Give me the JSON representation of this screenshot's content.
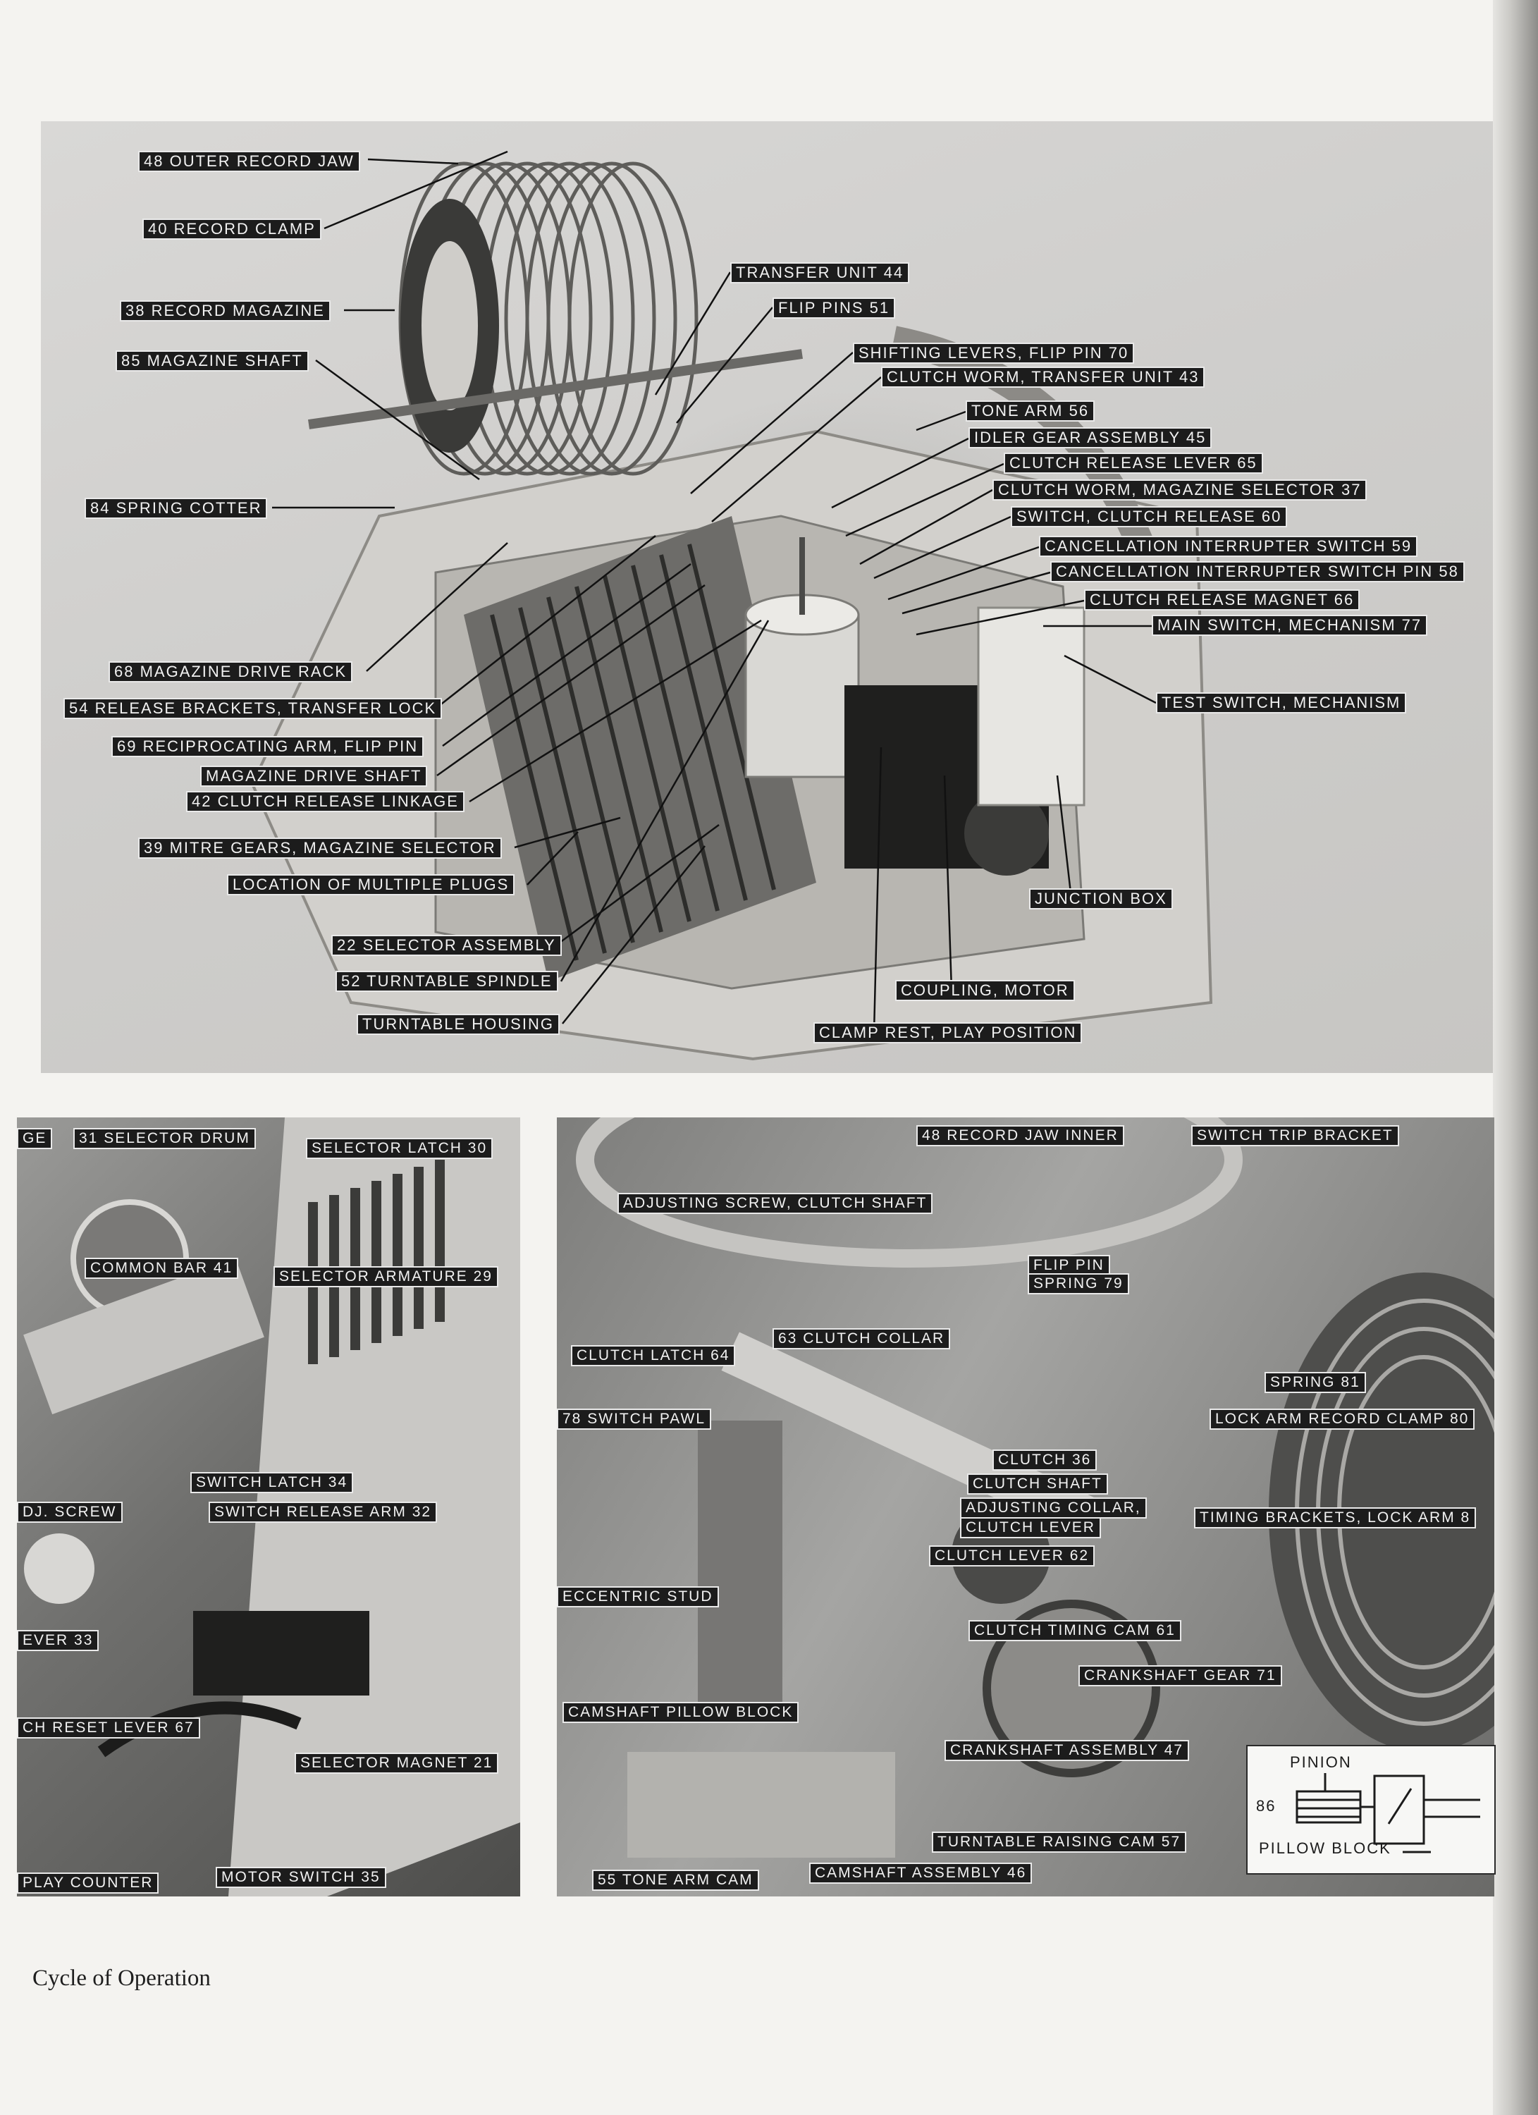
{
  "caption": "Cycle of Operation",
  "top_photo": {
    "labels": [
      "48 OUTER RECORD JAW",
      "40 RECORD CLAMP",
      "38 RECORD MAGAZINE",
      "85 MAGAZINE SHAFT",
      "84 SPRING COTTER",
      "68 MAGAZINE DRIVE RACK",
      "54 RELEASE BRACKETS, TRANSFER LOCK",
      "69 RECIPROCATING ARM, FLIP PIN",
      "MAGAZINE DRIVE SHAFT",
      "42 CLUTCH RELEASE LINKAGE",
      "39 MITRE GEARS, MAGAZINE SELECTOR",
      "LOCATION OF MULTIPLE PLUGS",
      "22 SELECTOR ASSEMBLY",
      "52 TURNTABLE SPINDLE",
      "TURNTABLE HOUSING",
      "TRANSFER UNIT 44",
      "FLIP PINS 51",
      "SHIFTING LEVERS, FLIP PIN 70",
      "CLUTCH WORM, TRANSFER UNIT 43",
      "TONE ARM 56",
      "IDLER GEAR ASSEMBLY 45",
      "CLUTCH RELEASE LEVER 65",
      "CLUTCH WORM, MAGAZINE SELECTOR 37",
      "SWITCH, CLUTCH RELEASE 60",
      "CANCELLATION INTERRUPTER SWITCH 59",
      "CANCELLATION INTERRUPTER SWITCH PIN 58",
      "CLUTCH RELEASE MAGNET 66",
      "MAIN SWITCH, MECHANISM 77",
      "TEST SWITCH, MECHANISM",
      "JUNCTION BOX",
      "COUPLING, MOTOR",
      "CLAMP REST, PLAY POSITION"
    ]
  },
  "left_photo": {
    "labels": [
      "GE",
      "31 SELECTOR DRUM",
      "SELECTOR LATCH 30",
      "COMMON BAR 41",
      "SELECTOR ARMATURE 29",
      "SWITCH LATCH 34",
      "DJ. SCREW",
      "SWITCH RELEASE ARM 32",
      "EVER 33",
      "CH RESET LEVER 67",
      "SELECTOR MAGNET 21",
      "PLAY COUNTER",
      "MOTOR SWITCH 35"
    ]
  },
  "right_photo": {
    "labels": [
      "48 RECORD JAW INNER",
      "SWITCH TRIP BRACKET",
      "ADJUSTING SCREW, CLUTCH SHAFT",
      "FLIP PIN",
      "SPRING 79",
      "63 CLUTCH COLLAR",
      "CLUTCH LATCH 64",
      "SPRING 81",
      "78 SWITCH PAWL",
      "LOCK ARM RECORD CLAMP 80",
      "CLUTCH 36",
      "CLUTCH SHAFT",
      "ADJUSTING COLLAR,",
      "CLUTCH LEVER",
      "TIMING BRACKETS, LOCK ARM 8",
      "CLUTCH LEVER 62",
      "ECCENTRIC STUD",
      "CLUTCH TIMING CAM 61",
      "CRANKSHAFT GEAR 71",
      "CAMSHAFT PILLOW BLOCK",
      "CRANKSHAFT ASSEMBLY 47",
      "TURNTABLE RAISING CAM 57",
      "55 TONE ARM CAM",
      "CAMSHAFT ASSEMBLY 46"
    ],
    "inset": {
      "title": "PINION",
      "number": "86",
      "bottom": "PILLOW BLOCK"
    }
  }
}
